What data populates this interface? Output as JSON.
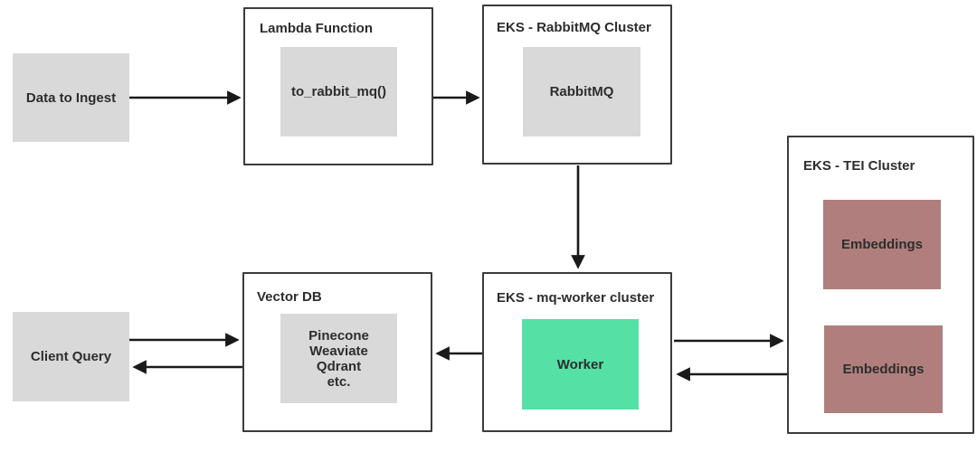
{
  "diagram": {
    "nodes": {
      "data_to_ingest": {
        "label": "Data to Ingest"
      },
      "lambda_function": {
        "title": "Lambda Function",
        "inner_label": "to_rabbit_mq()"
      },
      "eks_rabbitmq_cluster": {
        "title": "EKS - RabbitMQ Cluster",
        "inner_label": "RabbitMQ"
      },
      "eks_tei_cluster": {
        "title": "EKS - TEI Cluster",
        "pods": [
          "Embeddings",
          "Embeddings"
        ]
      },
      "vector_db": {
        "title": "Vector DB",
        "lines": [
          "Pinecone",
          "Weaviate",
          "Qdrant",
          "etc."
        ]
      },
      "eks_mq_worker_cluster": {
        "title": "EKS - mq-worker cluster",
        "inner_label": "Worker"
      },
      "client_query": {
        "label": "Client Query"
      }
    },
    "edges": [
      {
        "from": "data_to_ingest",
        "to": "lambda_function",
        "direction": "right"
      },
      {
        "from": "lambda_function",
        "to": "eks_rabbitmq_cluster",
        "direction": "right"
      },
      {
        "from": "eks_rabbitmq_cluster",
        "to": "eks_mq_worker_cluster",
        "direction": "down"
      },
      {
        "from": "eks_mq_worker_cluster",
        "to": "vector_db",
        "direction": "left"
      },
      {
        "from": "client_query",
        "to": "vector_db",
        "direction": "right"
      },
      {
        "from": "vector_db",
        "to": "client_query",
        "direction": "left"
      },
      {
        "from": "eks_mq_worker_cluster",
        "to": "eks_tei_cluster",
        "direction": "right"
      },
      {
        "from": "eks_tei_cluster",
        "to": "eks_mq_worker_cluster",
        "direction": "left"
      }
    ],
    "colors": {
      "background": "#ffffff",
      "box_outline": "#3b3b3b",
      "gray_fill": "#d9d9d9",
      "green_fill": "#55e0a6",
      "mauve_fill": "#b07f7d",
      "arrow": "#1a1a1a",
      "text": "#2d2d2d"
    }
  }
}
